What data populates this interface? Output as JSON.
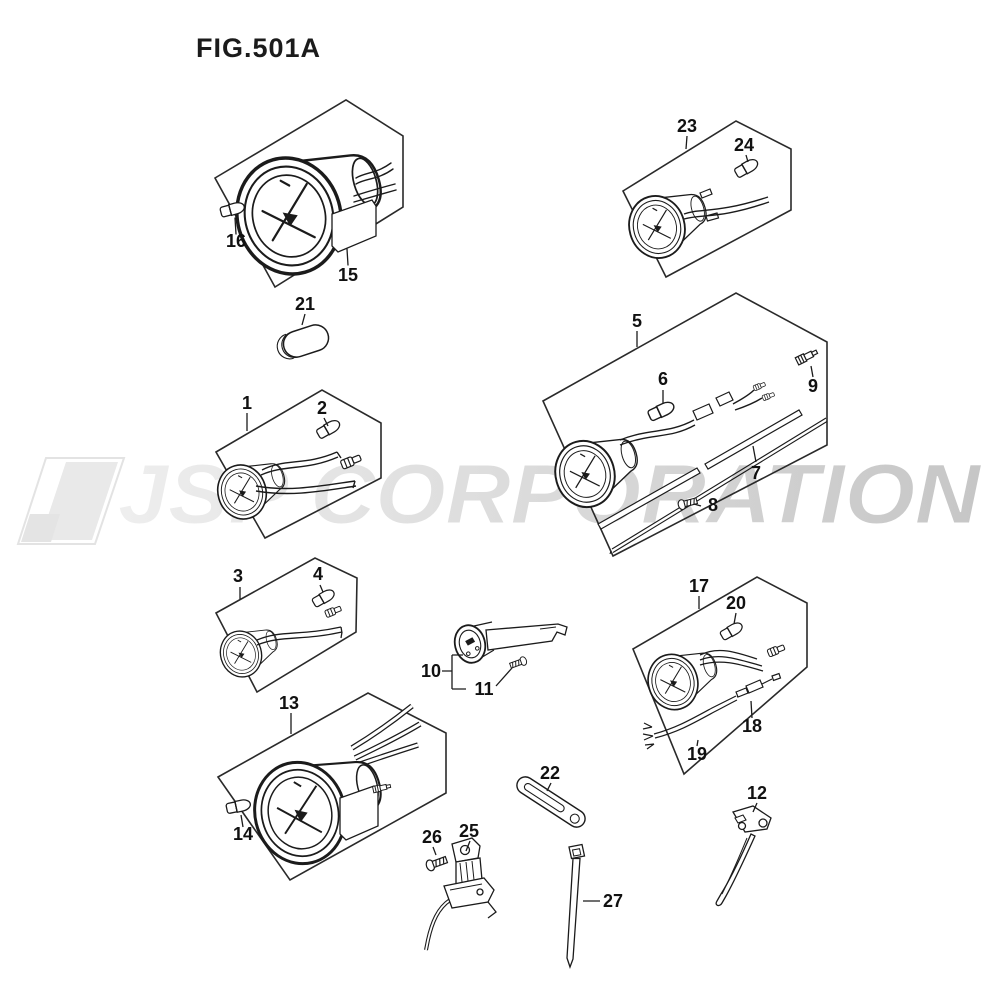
{
  "figure": {
    "title": "FIG.501A"
  },
  "watermark": {
    "text": "JSP CORPORATION",
    "color_light": "#ebebeb",
    "color_dark": "#c9c9c9"
  },
  "colors": {
    "line": "#1b1b1b",
    "label": "#111111",
    "background": "#ffffff"
  },
  "labels": {
    "p1": "1",
    "p2": "2",
    "p3": "3",
    "p4": "4",
    "p5": "5",
    "p6": "6",
    "p7": "7",
    "p8": "8",
    "p9": "9",
    "p10": "10",
    "p11": "11",
    "p12": "12",
    "p13": "13",
    "p14": "14",
    "p15": "15",
    "p16": "16",
    "p17": "17",
    "p18": "18",
    "p19": "19",
    "p20": "20",
    "p21": "21",
    "p22": "22",
    "p23": "23",
    "p24": "24",
    "p25": "25",
    "p26": "26",
    "p27": "27"
  }
}
